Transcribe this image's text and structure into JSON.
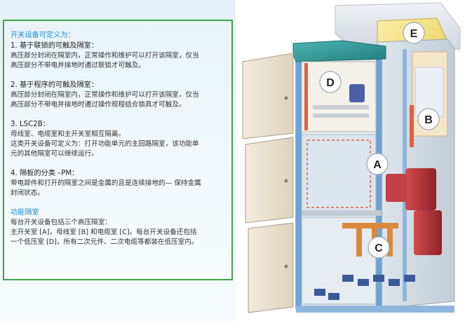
{
  "intro": {
    "heading": "开关设备可定义为："
  },
  "definitions": [
    {
      "title": "1. 基于联锁的可触及隔室：",
      "lines": [
        "高压部分封闭在隔室内，正常操作和维护可以打开该隔室，仅当",
        "高压部分不带电并接地时通过联锁才可触及。"
      ]
    },
    {
      "title": "2. 基于程序的可触及隔室：",
      "lines": [
        "高压部分封闭在隔室内，正常操作和维护可以打开该隔室，仅当",
        "高压部分不带电并接地时通过操作规程结合锁具才可触及。"
      ]
    },
    {
      "title": "3. LSC2B：",
      "lines": [
        "母线室、电缆室和主开关室相互隔离。",
        "这类开关设备可定义为：打开功能单元的主回路隔室，该功能单",
        "元的其他隔室可以继续运行。"
      ]
    },
    {
      "title": "4. 隔板的分类 –PM：",
      "lines": [
        "带电部件和打开的隔室之间是金属的且是连续接地的— 保持金属",
        "封闭状态。"
      ]
    }
  ],
  "functional": {
    "heading": "功能隔室",
    "lines": [
      "每台开关设备包括三个高压隔室：",
      "主开关室 [A]，母线室 [B] 和电缆室 [C]。每台开关设备还包括",
      "一个低压室 [D]，所有二次元件、二次电缆等都装在低压室内。"
    ]
  },
  "callouts": {
    "A": "A",
    "B": "B",
    "C": "C",
    "D": "D",
    "E": "E"
  },
  "colors": {
    "panel_border": "#3aa74a",
    "heading_blue": "#1a8fd8",
    "cabinet_teal": "#2f9a9a",
    "breaker_red": "#b5343b",
    "busbar_yellow": "#f3df7a",
    "cabinet_blue": "#6fa3d6",
    "partition_orange": "#e0603a"
  }
}
